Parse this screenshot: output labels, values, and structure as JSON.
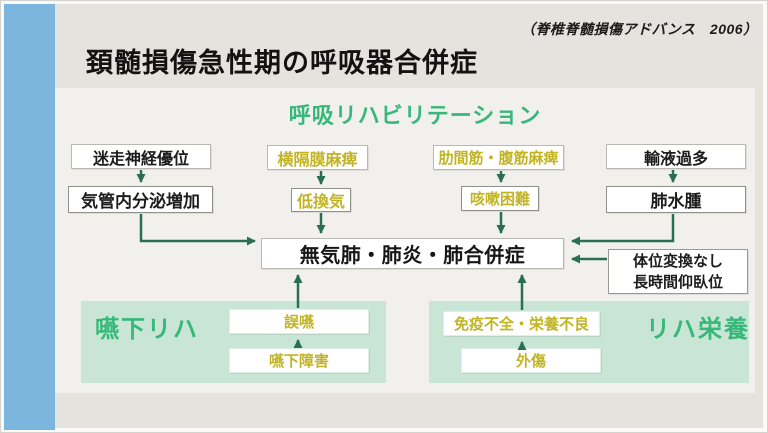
{
  "slide": {
    "citation": "（脊椎脊髄損傷アドバンス　2006）",
    "title": "頚髄損傷急性期の呼吸器合併症"
  },
  "diagram": {
    "heading": "呼吸リハビリテーション",
    "boxes": {
      "vagus": "迷走神経優位",
      "secretion": "気管内分泌増加",
      "diaphragm": "横隔膜麻痺",
      "hypoventilation": "低換気",
      "intercostal": "肋間筋・腹筋麻痺",
      "cough": "咳嗽困難",
      "fluid": "輸液過多",
      "edema": "肺水腫",
      "center": "無気肺・肺炎・肺合併症",
      "position_line1": "体位変換なし",
      "position_line2": "長時間仰臥位",
      "aspiration": "誤嚥",
      "dysphagia": "嚥下障害",
      "immune": "免疫不全・栄養不良",
      "trauma": "外傷"
    },
    "panels": {
      "swallow_label": "嚥下リハ",
      "nutrition_label": "リハ栄養"
    },
    "colors": {
      "accent_green": "#36b878",
      "yellow_text": "#c2b424",
      "arrow_green": "#2a6e55",
      "panel_green": "#c9e5d6",
      "sidebar_blue": "#7cb6de",
      "header_gray": "#e4e3dd",
      "stage_gray": "#f1f0ed"
    }
  }
}
